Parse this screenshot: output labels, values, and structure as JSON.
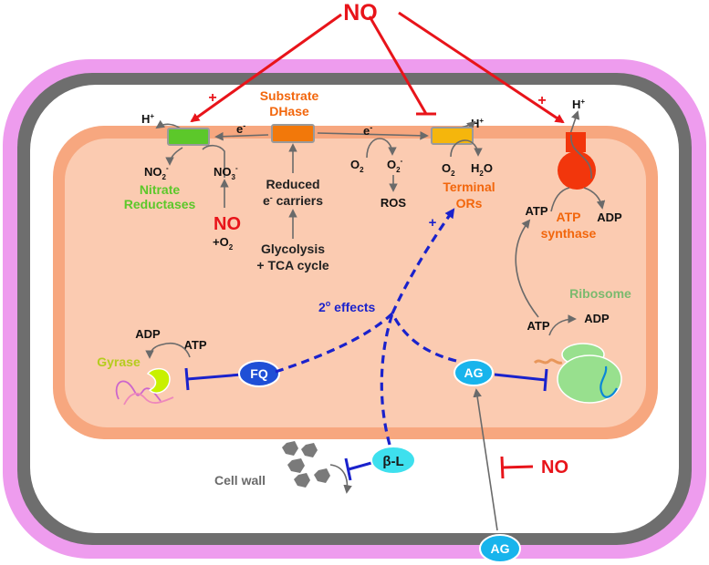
{
  "colors": {
    "outer_membrane": "#ee9cee",
    "cell_wall_band": "#6e6e6e",
    "periplasm": "#ffffff",
    "inner_membrane": "#f7a77f",
    "cytoplasm": "#fbcbb1",
    "no_red": "#e8141a",
    "flow_gray": "#6a6a6a",
    "effect_blue": "#1a22cc",
    "nitrate_green": "#5cc82a",
    "dhase_orange": "#f2780a",
    "terminal_yellow": "#f5b60c",
    "atp_red": "#f2360c",
    "orange_text": "#f2660c",
    "ribosome_green": "#98e08e",
    "ribosome_text": "#7bba6e",
    "gyrase_text": "#b5cc1e",
    "fq_blue": "#1f4fd6",
    "ag_cyan": "#18b4ec",
    "bl_cyan": "#3ee0ee"
  },
  "labels": {
    "no_top": "NO",
    "no_mid": "NO",
    "no_mid_o2": "+O",
    "no_mid_o2_sub": "2",
    "no_right": "NO",
    "h_plus": "H",
    "h_sup": "+",
    "plus": "+",
    "substrate_line1": "Substrate",
    "substrate_line2": "DHase",
    "electron": "e",
    "electron_sup": "-",
    "no2": "NO",
    "no2_sub": "2",
    "no2_sup": "-",
    "no3": "NO",
    "no3_sub": "3",
    "no3_sup": "-",
    "nitrate_line1": "Nitrate",
    "nitrate_line2": "Reductases",
    "reduced_line1": "Reduced",
    "reduced_line2_e": "e",
    "reduced_line2_sup": "-",
    "reduced_line2_rest": " carriers",
    "glycolysis_line1": "Glycolysis",
    "glycolysis_line2": "+ TCA cycle",
    "o2_left": "O",
    "o2_left_sub": "2",
    "superoxide": "O",
    "superoxide_sub": "2",
    "superoxide_sup": "-",
    "ros": "ROS",
    "o2_right": "O",
    "o2_right_sub": "2",
    "h2o_h": "H",
    "h2o_sub": "2",
    "h2o_o": "O",
    "terminal_line1": "Terminal",
    "terminal_line2": "ORs",
    "atp": "ATP",
    "adp": "ADP",
    "atp_synthase_line1": "ATP",
    "atp_synthase_line2": "synthase",
    "ribosome": "Ribosome",
    "secondary_effects_num": "2",
    "secondary_effects_sup": "o",
    "secondary_effects_rest": " effects",
    "gyrase": "Gyrase",
    "fq": "FQ",
    "ag_inner": "AG",
    "ag_outer": "AG",
    "beta_lactam": "β-L",
    "cell_wall": "Cell wall"
  }
}
